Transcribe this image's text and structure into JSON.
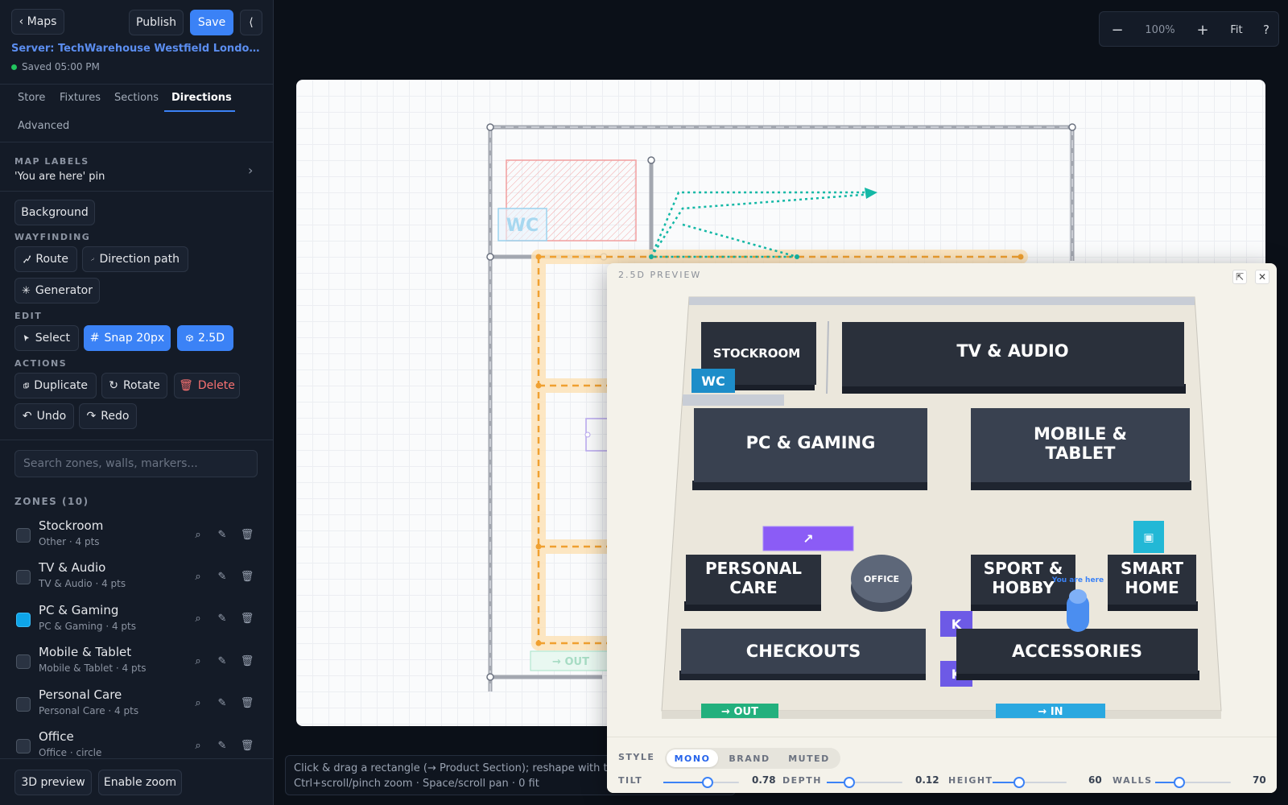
{
  "header": {
    "maps_label": "‹ Maps",
    "publish_label": "Publish",
    "save_label": "Save",
    "collapse_label": "⟨",
    "server_name": "Server: TechWarehouse Westfield London · …",
    "saved_status": "Saved 05:00 PM"
  },
  "tabs": [
    {
      "label": "Store"
    },
    {
      "label": "Fixtures"
    },
    {
      "label": "Sections"
    },
    {
      "label": "Directions",
      "active": true
    },
    {
      "label": "Advanced"
    }
  ],
  "map_labels": {
    "title": "MAP LABELS",
    "subtitle": "'You are here' pin"
  },
  "tools": {
    "background": "Background",
    "wayfinding_title": "WAYFINDING",
    "route": "Route",
    "direction_path": "Direction path",
    "generator": "Generator",
    "edit_title": "EDIT",
    "select": "Select",
    "snap": "Snap 20px",
    "preview25": "2.5D",
    "actions_title": "ACTIONS",
    "duplicate": "Duplicate",
    "rotate": "Rotate",
    "delete": "Delete",
    "undo": "Undo",
    "redo": "Redo"
  },
  "search": {
    "placeholder": "Search zones, walls, markers..."
  },
  "zones_title": "ZONES (10)",
  "zones": [
    {
      "name": "Stockroom",
      "sub": "Other · 4 pts",
      "checked": false
    },
    {
      "name": "TV & Audio",
      "sub": "TV & Audio · 4 pts",
      "checked": false
    },
    {
      "name": "PC & Gaming",
      "sub": "PC & Gaming · 4 pts",
      "checked": true
    },
    {
      "name": "Mobile & Tablet",
      "sub": "Mobile & Tablet · 4 pts",
      "checked": false
    },
    {
      "name": "Personal Care",
      "sub": "Personal Care · 4 pts",
      "checked": false
    },
    {
      "name": "Office",
      "sub": "Office · circle",
      "checked": false
    }
  ],
  "footer": {
    "preview3d": "3D preview",
    "enable_zoom": "Enable zoom"
  },
  "zoom": {
    "minus": "−",
    "level": "100%",
    "plus": "+",
    "fit": "Fit",
    "help": "?"
  },
  "status": {
    "line1": "Click & drag a rectangle (→ Product Section); reshape with the co",
    "line2": "Ctrl+scroll/pinch zoom · Space/scroll pan · 0 fit"
  },
  "canvas_labels": {
    "wc": "WC",
    "out": "→ OUT"
  },
  "preview": {
    "title": "2.5D PREVIEW",
    "expand": "⇱",
    "close": "✕",
    "style_label": "STYLE",
    "styles": [
      {
        "label": "MONO",
        "active": true
      },
      {
        "label": "BRAND"
      },
      {
        "label": "MUTED"
      }
    ],
    "tilt": {
      "label": "TILT",
      "value": 0.78,
      "text": "0.78",
      "fraction": 0.58
    },
    "depth": {
      "label": "DEPTH",
      "value": 0.12,
      "text": "0.12",
      "fraction": 0.3
    },
    "height": {
      "label": "HEIGHT",
      "value": 60,
      "text": "60",
      "fraction": 0.36
    },
    "walls": {
      "label": "WALLS",
      "value": 70,
      "text": "70",
      "fraction": 0.32
    },
    "zones": {
      "stockroom": "STOCKROOM",
      "tv": "TV & AUDIO",
      "pc": "PC & GAMING",
      "mobile1": "MOBILE &",
      "mobile2": "TABLET",
      "personal1": "PERSONAL",
      "personal2": "CARE",
      "office": "OFFICE",
      "sport1": "SPORT &",
      "sport2": "HOBBY",
      "smart1": "SMART",
      "smart2": "HOME",
      "checkouts": "CHECKOUTS",
      "accessories": "ACCESSORIES"
    },
    "markers": {
      "wc": "WC",
      "k": "K",
      "out": "→ OUT",
      "in": "→ IN",
      "you_are_here": "You are here",
      "arrow": "↗",
      "screen": "▣"
    }
  }
}
